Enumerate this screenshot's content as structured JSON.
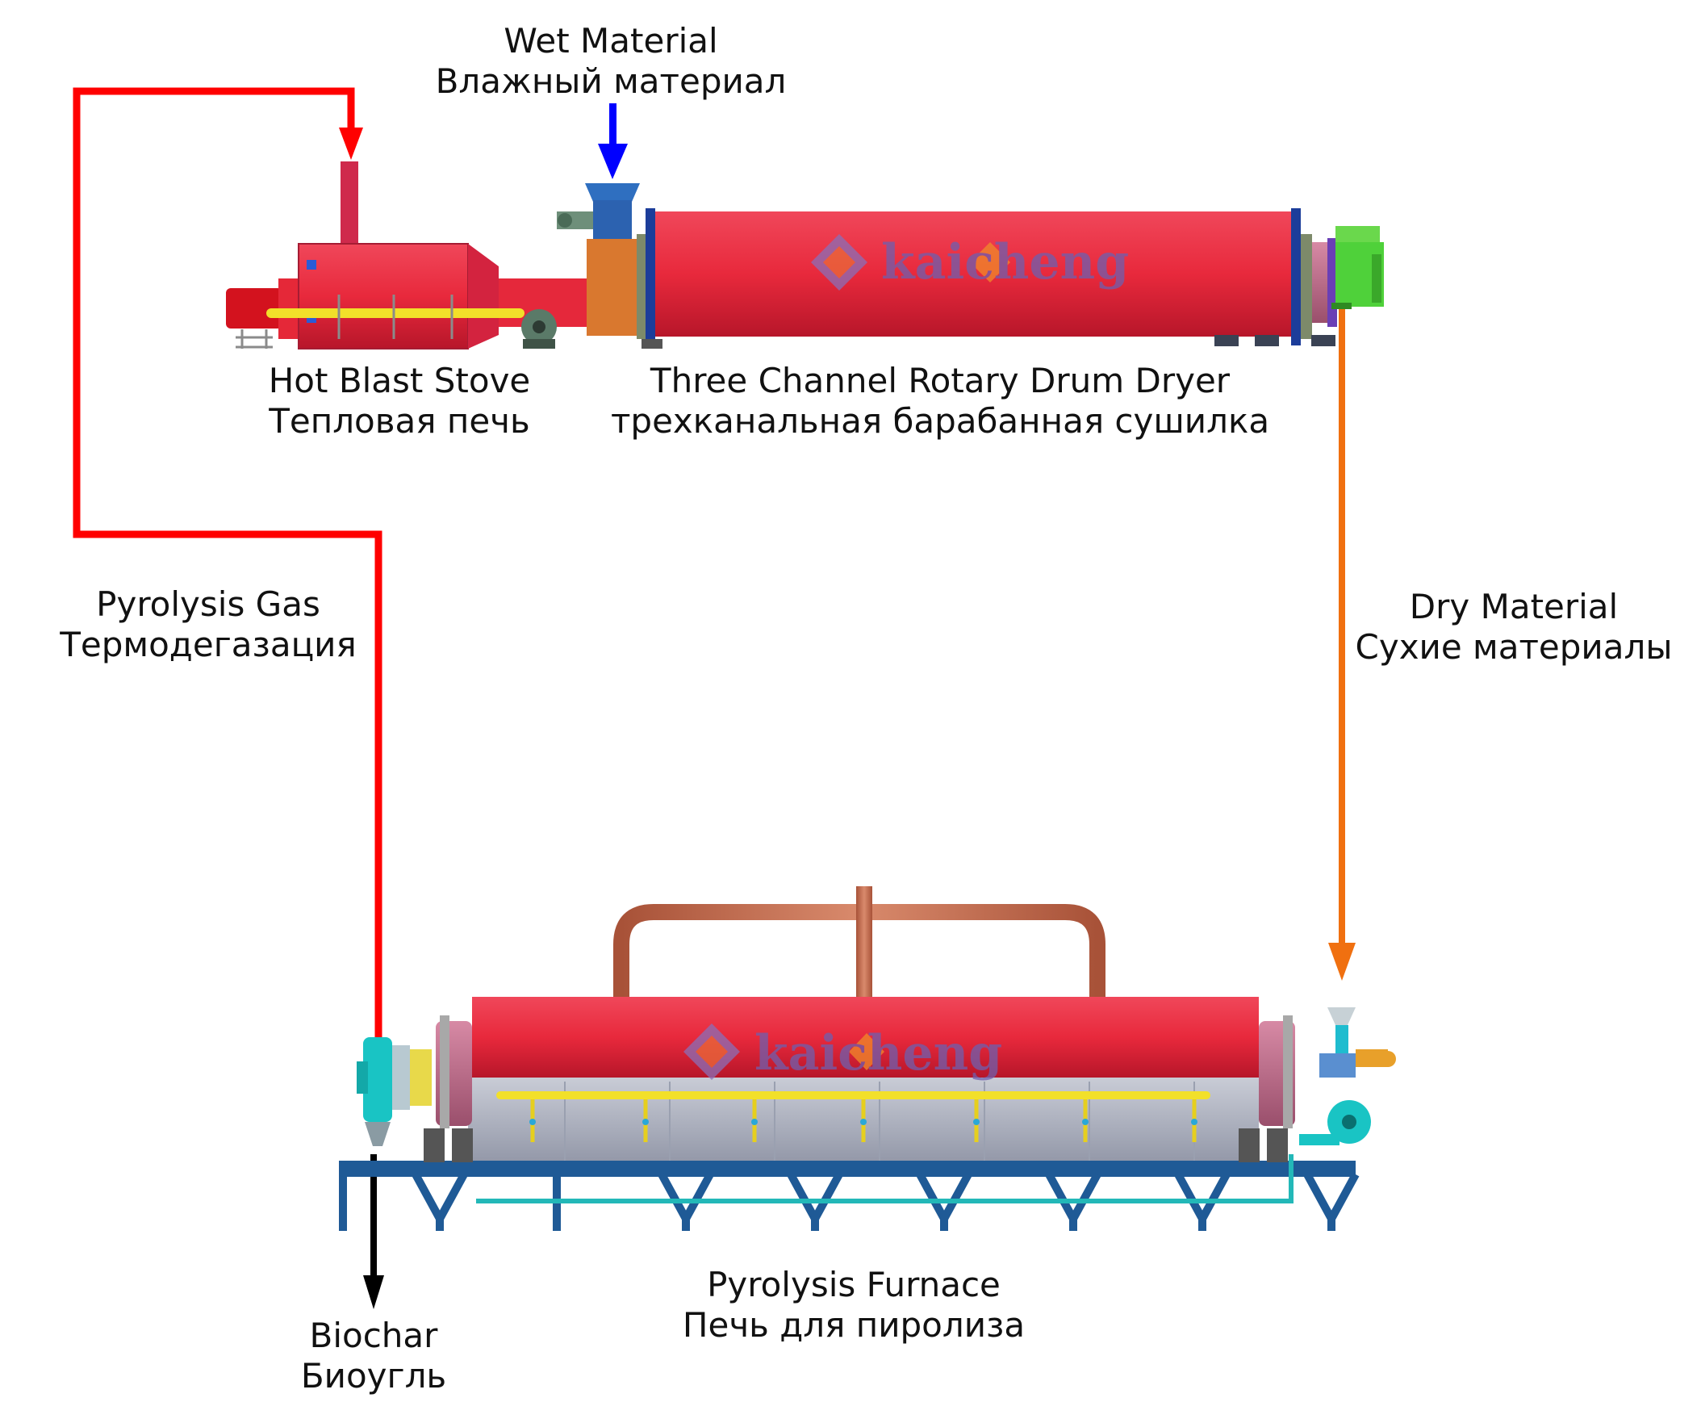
{
  "labels": {
    "wet_material": {
      "en": "Wet Material",
      "ru": "Влажный материал"
    },
    "hot_blast_stove": {
      "en": "Hot Blast Stove",
      "ru": "Тепловая печь"
    },
    "dryer": {
      "en": "Three Channel Rotary Drum Dryer",
      "ru": "трехканальная барабанная сушилка"
    },
    "pyrolysis_gas": {
      "en": "Pyrolysis Gas",
      "ru": "Термодегазация"
    },
    "dry_material": {
      "en": "Dry Material",
      "ru": "Сухие материалы"
    },
    "pyrolysis_furnace": {
      "en": "Pyrolysis Furnace",
      "ru": "Печь для пиролиза"
    },
    "biochar": {
      "en": "Biochar",
      "ru": "Биоугль"
    }
  },
  "watermark": {
    "text": "kaicheng"
  },
  "colors": {
    "gas_line": "#ff0000",
    "wet_feed_arrow": "#0000ff",
    "dry_material_line": "#f07010",
    "biochar_line": "#000000",
    "drum_red": "#e8293c",
    "frame_blue": "#1f4e79",
    "cyan_parts": "#19c4c4",
    "yellow_pipe": "#f2e02a",
    "green_hood": "#4fd13a",
    "copper_pipe": "#c0674a"
  }
}
